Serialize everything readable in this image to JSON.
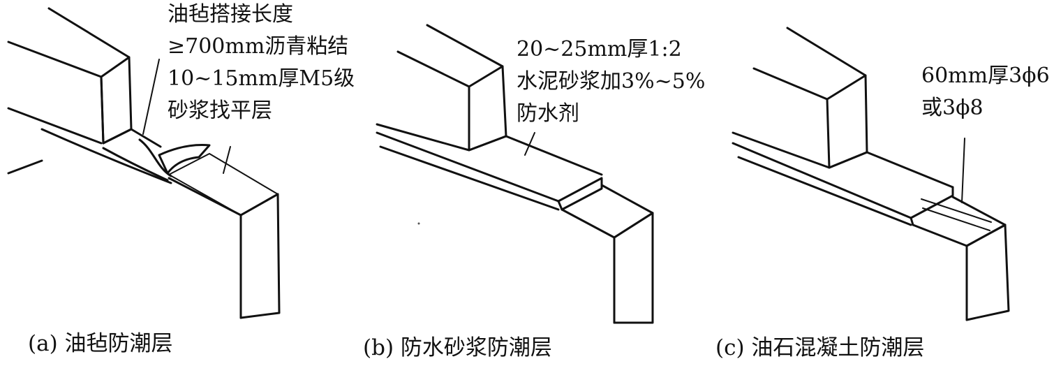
{
  "panels": [
    {
      "caption": "(a) 油毡防潮层",
      "annotation": [
        "油毡搭接长度",
        "≥700mm沥青粘结",
        "10~15mm厚M5级",
        "砂浆找平层"
      ]
    },
    {
      "caption": "(b) 防水砂浆防潮层",
      "annotation": [
        "20~25mm厚1:2",
        "水泥砂浆加3%~5%",
        "防水剂"
      ]
    },
    {
      "caption": "(c) 油石混凝土防潮层",
      "annotation": [
        "60mm厚3ϕ6",
        "或3ϕ8"
      ]
    }
  ]
}
